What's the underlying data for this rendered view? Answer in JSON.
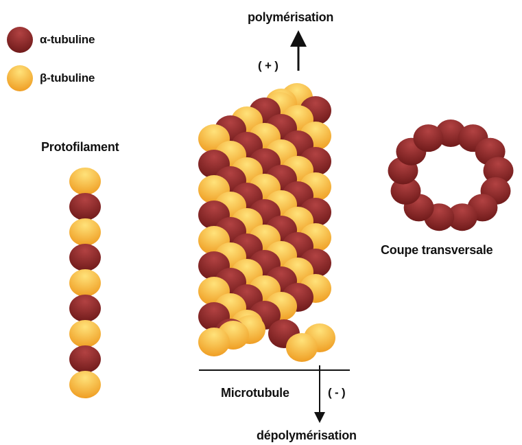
{
  "legend": {
    "alpha_label": "α-tubuline",
    "beta_label": "β-tubuline"
  },
  "labels": {
    "protofilament": "Protofilament",
    "polymerisation": "polymérisation",
    "plus_end": "( + )",
    "minus_end": "( - )",
    "microtubule": "Microtubule",
    "depolymerisation": "dépolymérisation",
    "cross_section": "Coupe transversale"
  },
  "colors": {
    "alpha_tubulin": "#8e2a2a",
    "beta_tubulin": "#f3b33a",
    "text": "#111111"
  },
  "protofilament_sequence": [
    "beta",
    "alpha",
    "beta",
    "alpha",
    "beta",
    "alpha",
    "beta",
    "alpha",
    "beta"
  ],
  "cross_section_subunits": 13,
  "cross_section_type": "alpha"
}
